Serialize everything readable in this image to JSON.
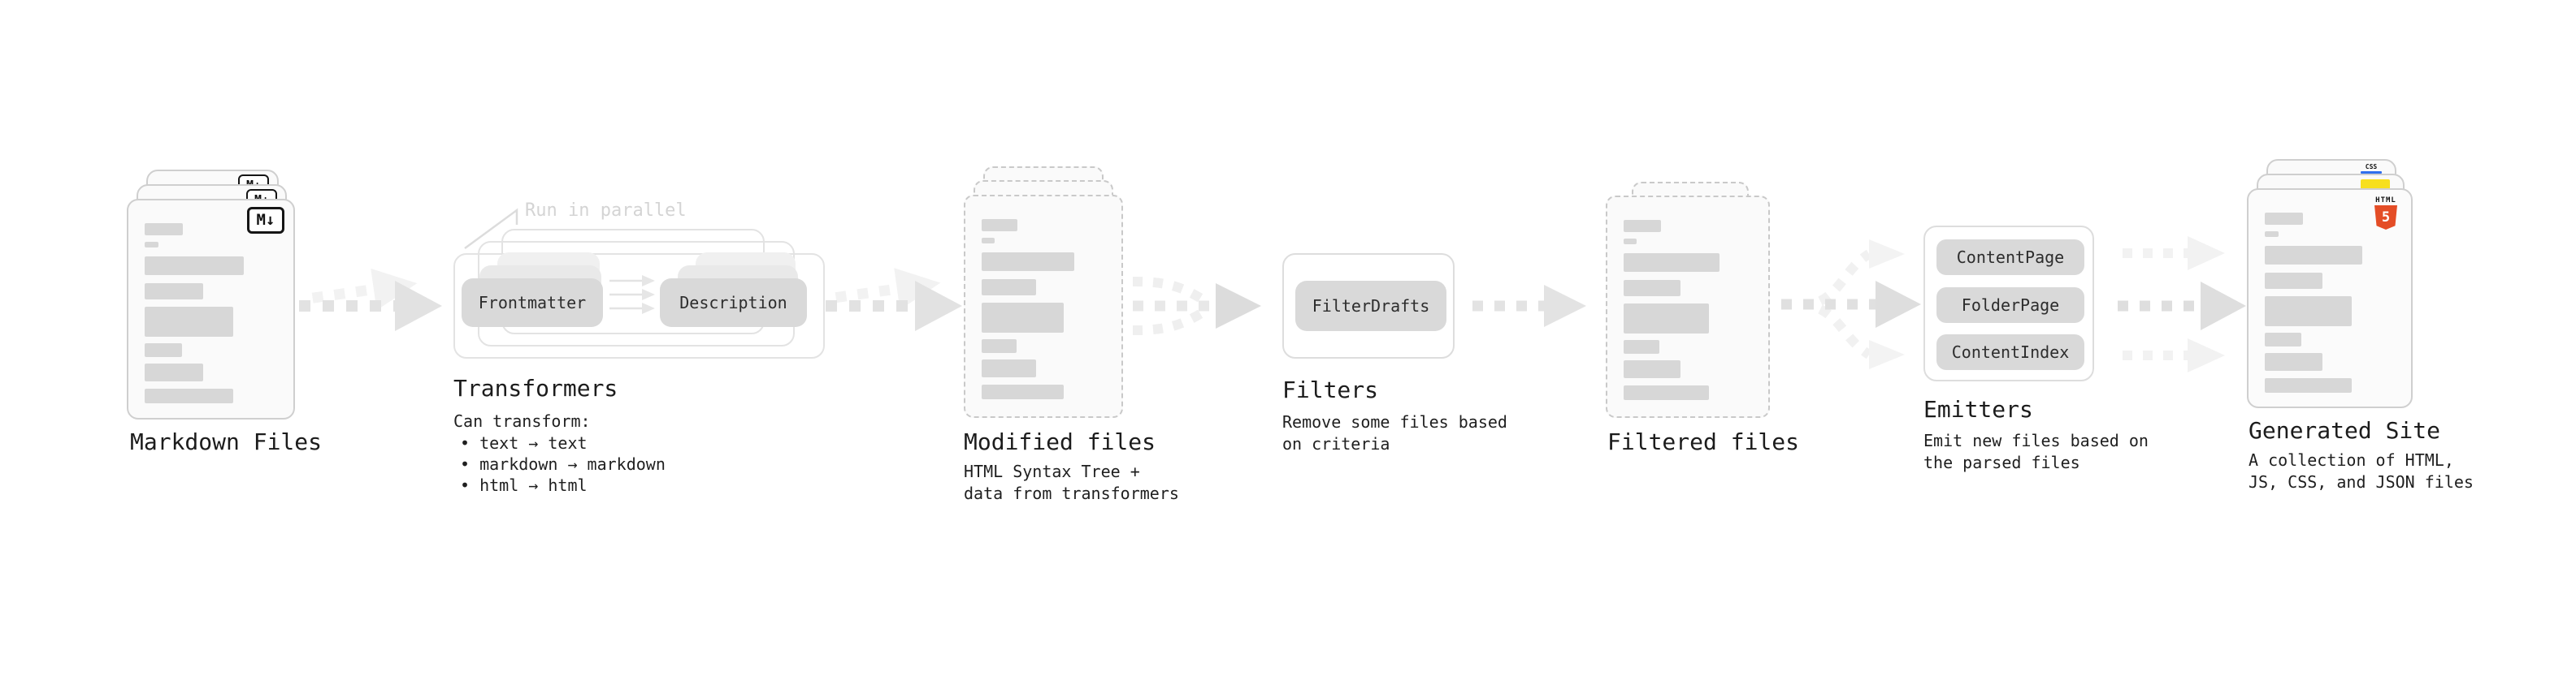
{
  "palette": {
    "card_bg": "#fafafa",
    "card_border": "#cfcfcf",
    "dashed_border": "#c9c9c9",
    "placeholder_line": "#d7d7d7",
    "pill_bg": "#d9d9d9",
    "ghost_pill_bg": "#e9e9e9",
    "container_border": "#e3e3e3",
    "arrow_dark": "#e2e2e2",
    "arrow_light": "#f2f2f2",
    "text": "#1f1f1f",
    "annotation_text": "#d4d4d4",
    "html5_orange": "#e44d26",
    "js_yellow": "#f7df1e",
    "css_blue": "#2f6fed"
  },
  "stages": {
    "markdown": {
      "label": "Markdown Files",
      "icon": "M↓"
    },
    "transformers": {
      "label": "Transformers",
      "annotation": "Run in parallel",
      "pills": [
        "Frontmatter",
        "Description"
      ],
      "note_title": "Can transform:",
      "bullets": [
        "• text → text",
        "• markdown → markdown",
        "• html → html"
      ]
    },
    "modified": {
      "label": "Modified files",
      "description": "HTML Syntax Tree +\ndata from transformers"
    },
    "filters": {
      "label": "Filters",
      "pill": "FilterDrafts",
      "description": "Remove some files based\non criteria"
    },
    "filtered": {
      "label": "Filtered files"
    },
    "emitters": {
      "label": "Emitters",
      "pills": [
        "ContentPage",
        "FolderPage",
        "ContentIndex"
      ],
      "description": "Emit new files based on\nthe parsed files"
    },
    "generated": {
      "label": "Generated Site",
      "description": "A collection of HTML,\nJS, CSS, and JSON files",
      "badges": {
        "html_label": "HTML",
        "html_number": "5",
        "css": "CSS"
      }
    }
  }
}
